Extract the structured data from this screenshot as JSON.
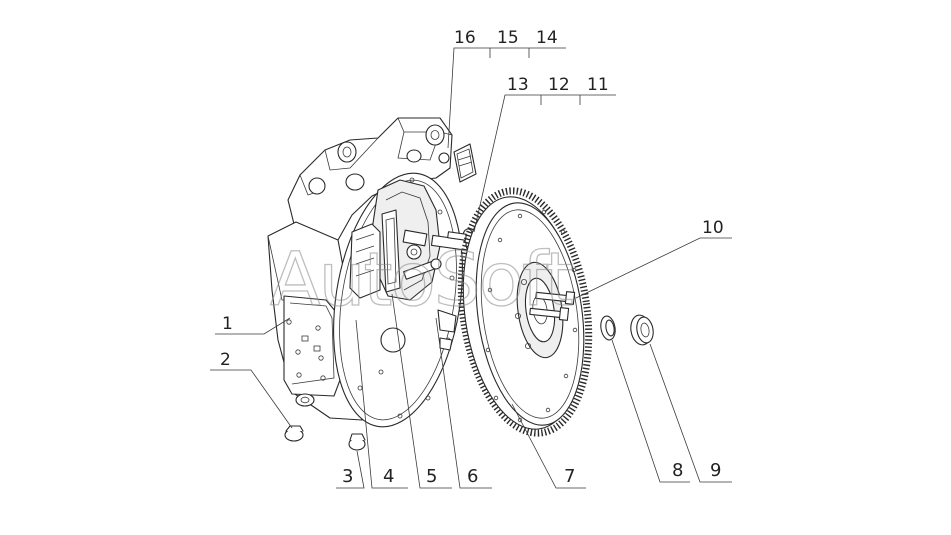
{
  "watermark": "AutoSoft",
  "callouts": {
    "c1": "1",
    "c2": "2",
    "c3": "3",
    "c4": "4",
    "c5": "5",
    "c6": "6",
    "c7": "7",
    "c8": "8",
    "c9": "9",
    "c10": "10",
    "c11": "11",
    "c12": "12",
    "c13": "13",
    "c14": "14",
    "c15": "15",
    "c16": "16"
  }
}
